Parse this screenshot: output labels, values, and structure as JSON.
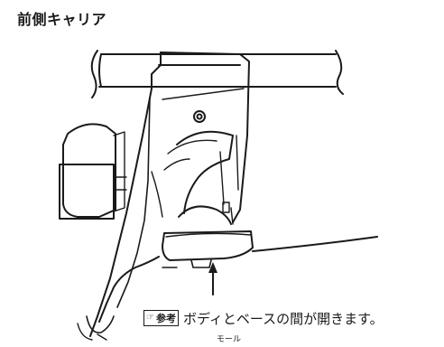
{
  "page": {
    "title": "前側キャリア",
    "note": {
      "badge_icon": "reference-icon",
      "badge_label": "参考",
      "text": "ボディとベースの間が開きます。"
    },
    "callout_label": "モール"
  }
}
